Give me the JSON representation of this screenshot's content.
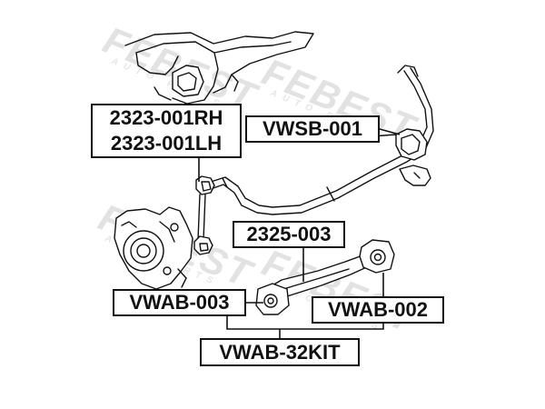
{
  "watermark": {
    "brand": "FEBEST",
    "tagline": "AUTO PARTS"
  },
  "labels": {
    "link_rh": "2323-001RH",
    "link_lh": "2323-001LH",
    "stabilizer_bushing": "VWSB-001",
    "arm": "2325-003",
    "arm_bushing_left": "VWAB-003",
    "arm_bushing_right": "VWAB-002",
    "kit": "VWAB-32KIT"
  }
}
